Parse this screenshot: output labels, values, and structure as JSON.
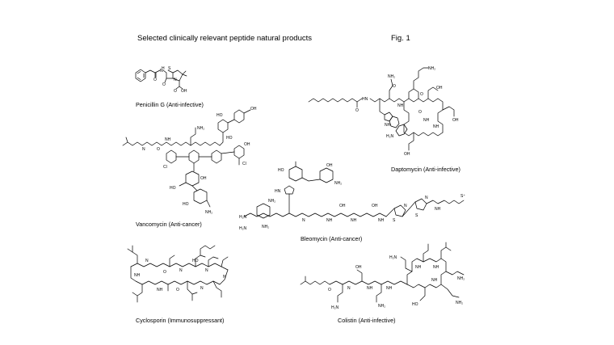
{
  "figure": {
    "title": "Selected clinically relevant peptide natural products",
    "fig_label": "Fig. 1"
  },
  "molecules": [
    {
      "id": "penicillin",
      "caption": "Penicillin G (Anti-infective)"
    },
    {
      "id": "daptomycin",
      "caption": "Daptomycin (Anti-infective)"
    },
    {
      "id": "vancomycin",
      "caption": "Vancomycin (Anti-cancer)"
    },
    {
      "id": "bleomycin",
      "caption": "Bleomycin (Anti-cancer)"
    },
    {
      "id": "cyclosporin",
      "caption": "Cyclosporin (Immunosuppressant)"
    },
    {
      "id": "colistin",
      "caption": "Colistin (Anti-infective)"
    }
  ],
  "atom_labels": {
    "H": "H",
    "N": "N",
    "S": "S",
    "O": "O",
    "OH": "OH",
    "NH": "NH",
    "NH2": "NH₂",
    "HO": "HO",
    "H2N": "H₂N",
    "Cl": "Cl",
    "S_plus": "S⁺",
    "HN": "HN"
  }
}
